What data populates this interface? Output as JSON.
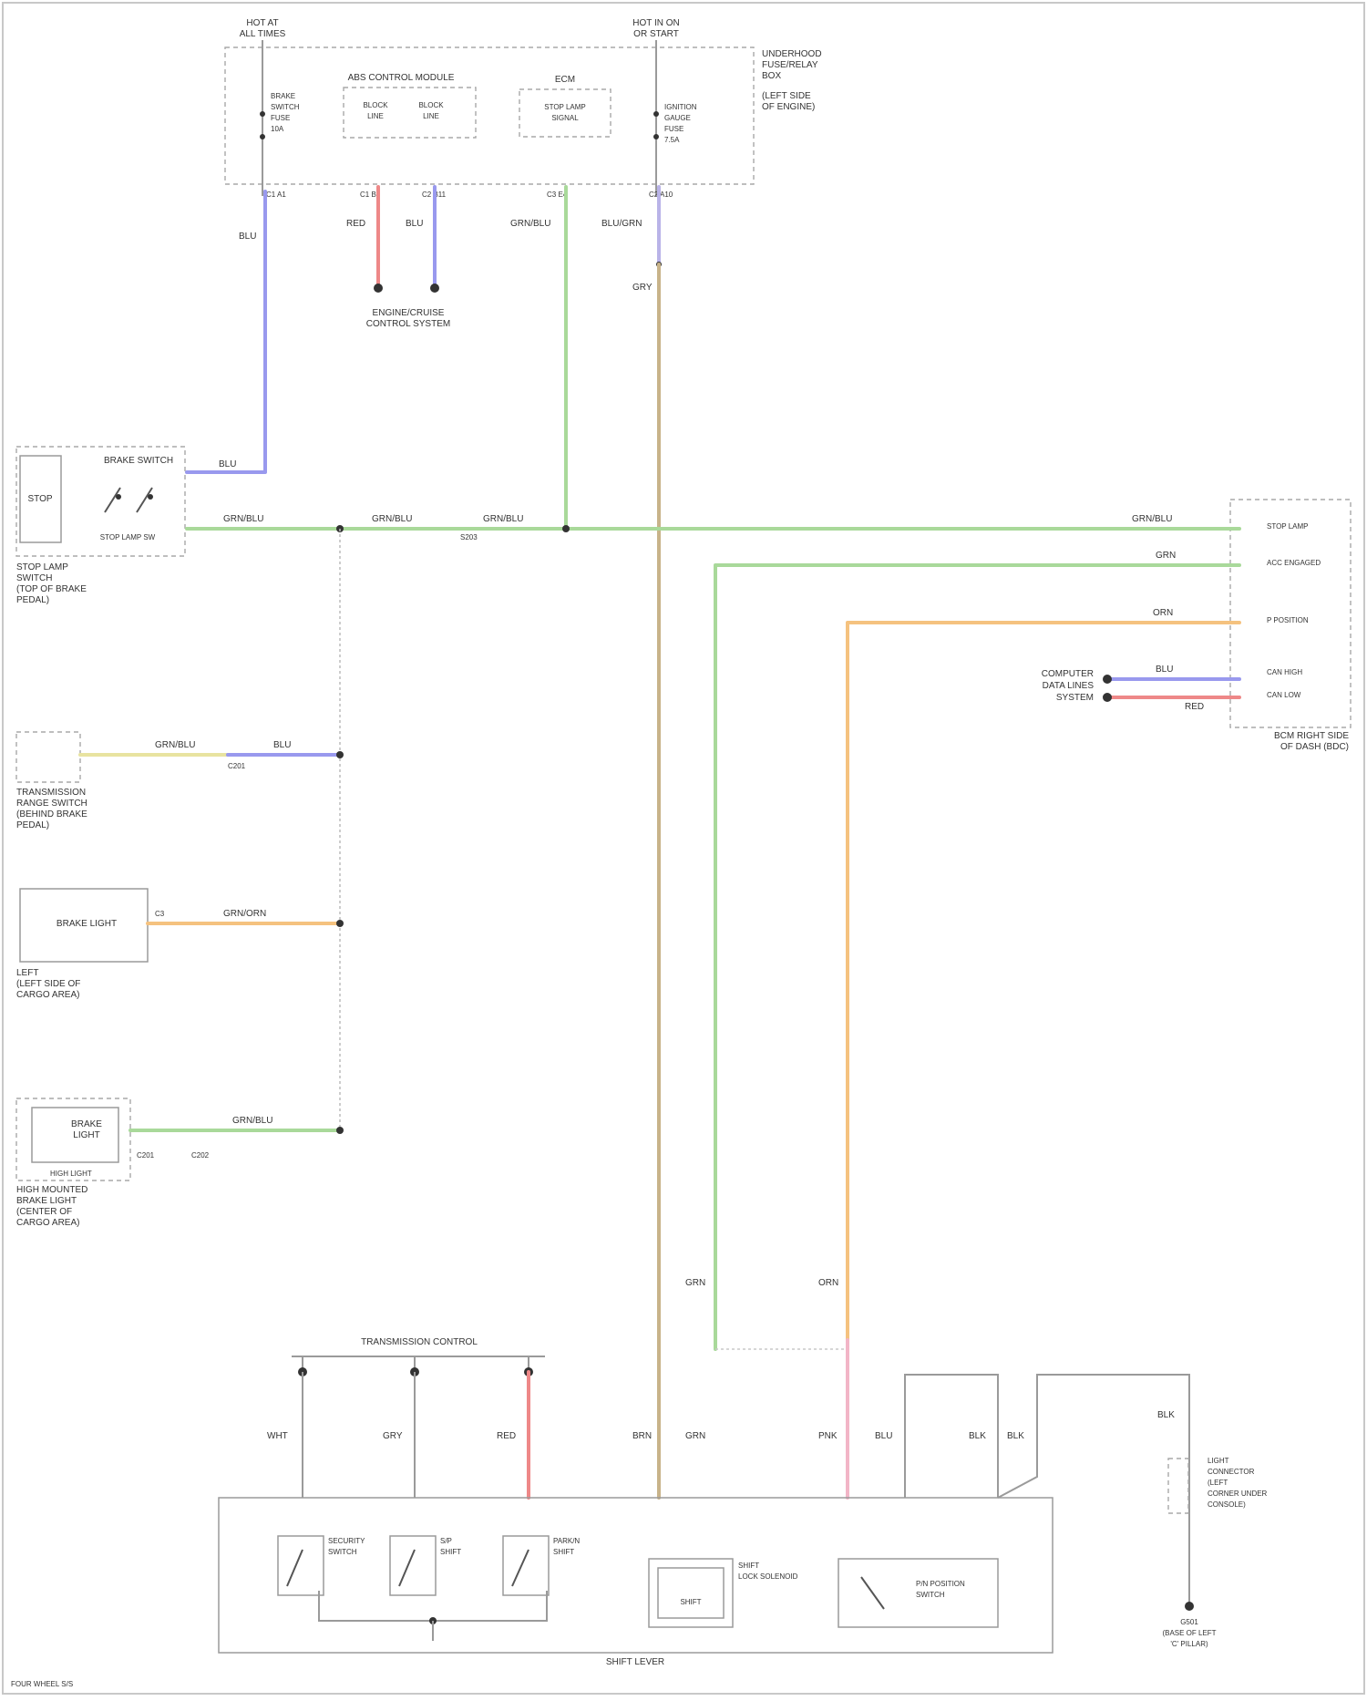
{
  "colors": {
    "blue": "#9999ee",
    "green": "#a9d99a",
    "red": "#ee8888",
    "orange": "#f5c27f",
    "tan": "#c8b38a",
    "pink": "#f2b5c7",
    "lilac": "#b9b3e8",
    "yellow": "#e8e3a0",
    "gray": "#9a9a9a"
  },
  "top": {
    "fuse_block_power": [
      "HOT AT",
      "ALL TIMES"
    ],
    "fuse_block_run": [
      "HOT IN ON",
      "OR START"
    ],
    "fuse_block_name": [
      "UNDERHOOD",
      "FUSE/RELAY",
      "BOX"
    ],
    "fuse_block_loc": [
      "(LEFT SIDE",
      "OF ENGINE)"
    ],
    "fuse_a": [
      "BRAKE",
      "SWITCH",
      "FUSE",
      "10A"
    ],
    "fuse_b": [
      "IGNITION",
      "GAUGE",
      "FUSE",
      "7.5A"
    ],
    "module": "ABS CONTROL MODULE",
    "module_pin1": [
      "BLOCK",
      "LINE"
    ],
    "module_pin2": [
      "BLOCK",
      "LINE"
    ],
    "ecm": "ECM",
    "ecm_pin": [
      "STOP LAMP",
      "SIGNAL"
    ],
    "sensor": [
      "ENGINE/CRUISE",
      "CONTROL SYSTEM"
    ],
    "conn_a": "C1 A1",
    "conn_b": "C1 B1",
    "conn_c": "C2 B11",
    "conn_d": "C3 E4",
    "conn_e": "C2 A10",
    "wire_blu": "BLU",
    "wire_red": "RED",
    "wire_grn": "GRN/BLU",
    "wire_blu_grn": "BLU/GRN",
    "wire_gry": "GRY"
  },
  "left": {
    "switch_title": "BRAKE SWITCH",
    "switch_side": "STOP",
    "switch_pin": "STOP LAMP SW",
    "switch_caption": [
      "STOP LAMP",
      "SWITCH",
      "(TOP OF BRAKE",
      "PEDAL)"
    ],
    "wire_blu": "BLU",
    "wire_grn_blu": "GRN/BLU",
    "splice": "S203",
    "comp2_caption": [
      "TRANSMISSION",
      "RANGE SWITCH",
      "(BEHIND BRAKE",
      "PEDAL)"
    ],
    "comp2_wire1": "GRN/BLU",
    "comp2_wire2": "BLU",
    "comp2_conn": "C201",
    "comp3_label": "BRAKE LIGHT",
    "comp3_wire": "GRN/ORN",
    "comp3_conn": "C3",
    "comp3_caption": [
      "LEFT",
      "(LEFT SIDE OF",
      "CARGO AREA)"
    ],
    "comp4_label": [
      "BRAKE",
      "LIGHT"
    ],
    "comp4_sub": "HIGH LIGHT",
    "comp4_wire": "GRN/BLU",
    "comp4_conn": [
      "C201",
      "C202"
    ],
    "comp4_caption": [
      "HIGH MOUNTED",
      "BRAKE LIGHT",
      "(CENTER OF",
      "CARGO AREA)"
    ]
  },
  "right": {
    "module_name": [
      "BCM RIGHT SIDE",
      "OF DASH (BDC)"
    ],
    "pin1": "STOP LAMP",
    "pin2": "ACC ENGAGED",
    "pin3": "P POSITION",
    "pin4": "CAN HIGH",
    "pin5": "CAN LOW",
    "wire1": "GRN/BLU",
    "wire2": "GRN",
    "wire3": "ORN",
    "wire4": "BLU",
    "wire5": "RED",
    "link": [
      "COMPUTER",
      "DATA LINES",
      "SYSTEM"
    ]
  },
  "bottom": {
    "switch_bar": "TRANSMISSION CONTROL",
    "w1": "WHT",
    "w2": "GRY",
    "w3": "RED",
    "w4": "BRN",
    "w5": "GRN",
    "w6": "PNK",
    "w7": "BLU",
    "w8": "BLK",
    "w9": "BLK",
    "w10": "BLK",
    "w11": "GRN",
    "w12": "ORN",
    "sw1": [
      "SECURITY",
      "SWITCH"
    ],
    "sw2": [
      "S/P",
      "SHIFT"
    ],
    "sw3": [
      "PARK/N",
      "SHIFT"
    ],
    "sol": [
      "SHIFT",
      "LOCK SOLENOID"
    ],
    "sol_inner": "SHIFT",
    "sw4": [
      "P/N POSITION",
      "SWITCH"
    ],
    "unit": "SHIFT LEVER",
    "ground_conn": [
      "LIGHT",
      "CONNECTOR",
      "(LEFT",
      "CORNER UNDER",
      "CONSOLE)"
    ],
    "ground": [
      "G501",
      "(BASE OF LEFT",
      "'C' PILLAR)"
    ],
    "footer": "FOUR WHEEL S/S"
  }
}
